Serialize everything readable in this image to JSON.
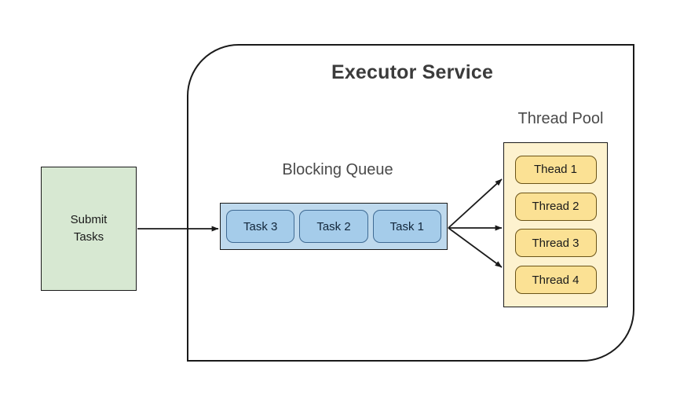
{
  "diagram": {
    "title": "Executor Service",
    "source": {
      "label": "Submit\nTasks",
      "color": "#d7e8d2"
    },
    "queue": {
      "title": "Blocking Queue",
      "container_color": "#bed9ed",
      "item_color": "#a5ccea",
      "items": [
        {
          "label": "Task 3"
        },
        {
          "label": "Task 2"
        },
        {
          "label": "Task 1"
        }
      ]
    },
    "pool": {
      "title": "Thread Pool",
      "container_color": "#fdf2cf",
      "item_color": "#fbe194",
      "items": [
        {
          "label": "Thead 1"
        },
        {
          "label": "Thread 2"
        },
        {
          "label": "Thread 3"
        },
        {
          "label": "Thread 4"
        }
      ]
    },
    "connectors": [
      {
        "name": "submit-to-queue"
      },
      {
        "name": "queue-to-thread-upper"
      },
      {
        "name": "queue-to-thread-middle"
      },
      {
        "name": "queue-to-thread-lower"
      }
    ],
    "line_color": "#1a1a1a"
  }
}
